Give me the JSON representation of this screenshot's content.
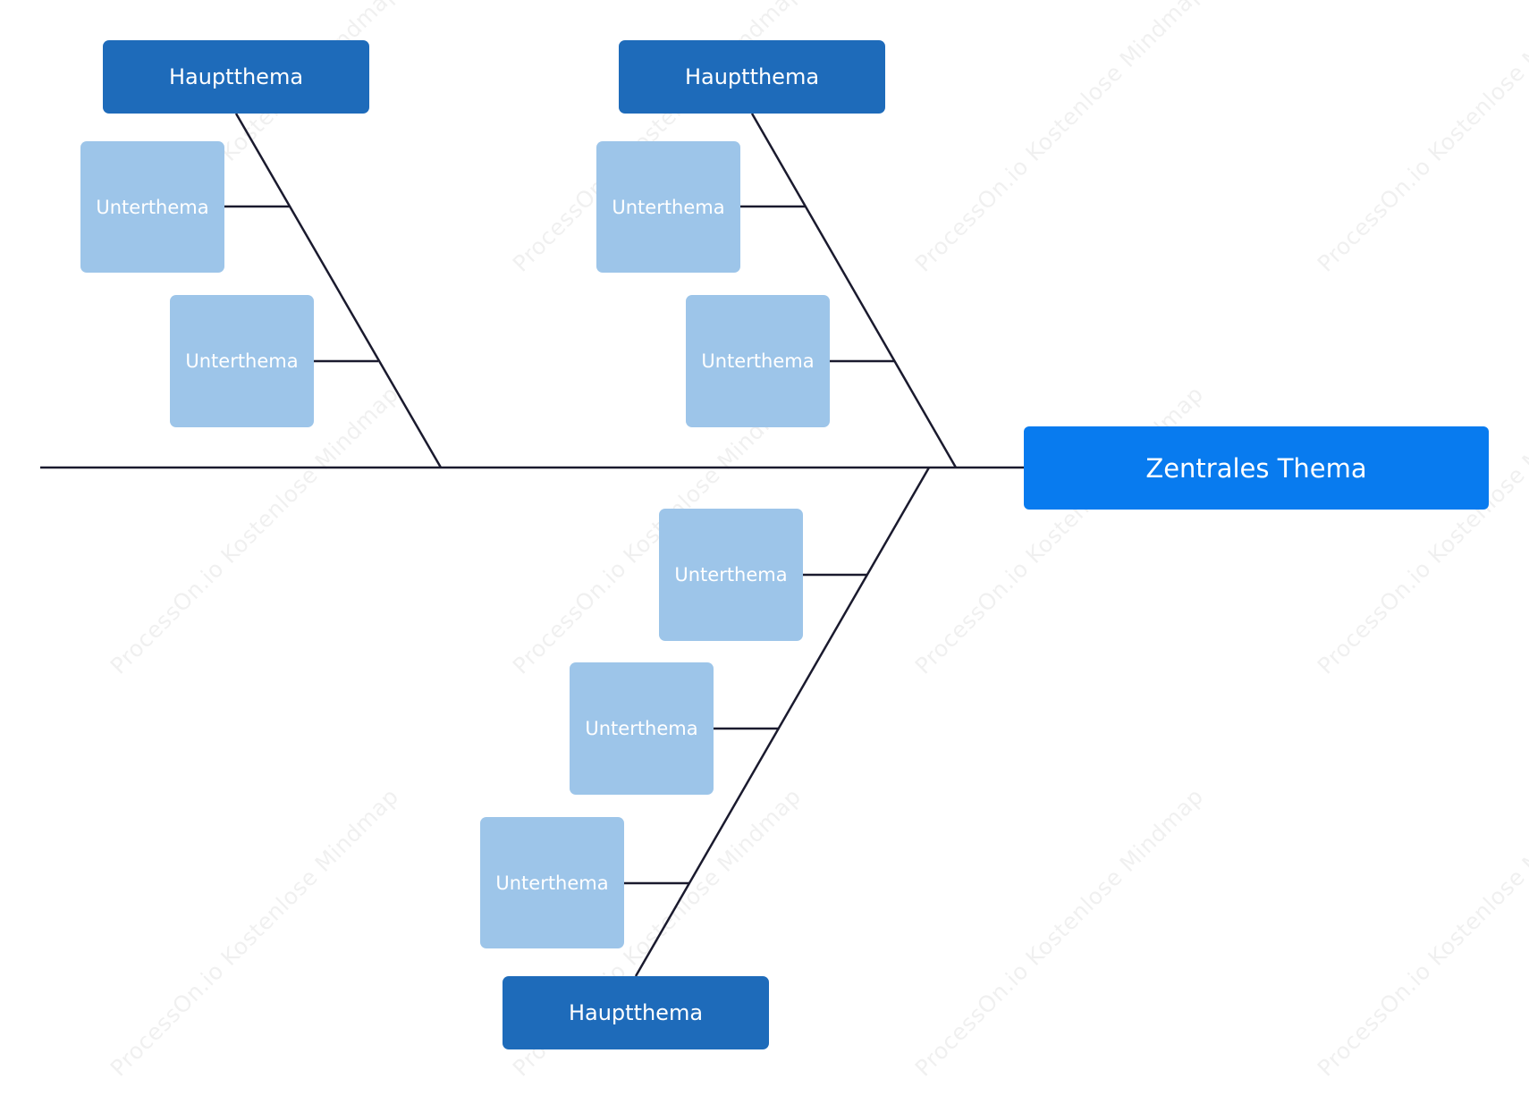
{
  "diagram": {
    "central": {
      "label": "Zentrales Thema"
    },
    "main_topics": [
      {
        "label": "Hauptthema",
        "subtopics": [
          {
            "label": "Unterthema"
          },
          {
            "label": "Unterthema"
          }
        ]
      },
      {
        "label": "Hauptthema",
        "subtopics": [
          {
            "label": "Unterthema"
          },
          {
            "label": "Unterthema"
          }
        ]
      },
      {
        "label": "Hauptthema",
        "subtopics": [
          {
            "label": "Unterthema"
          },
          {
            "label": "Unterthema"
          },
          {
            "label": "Unterthema"
          }
        ]
      }
    ]
  },
  "watermark": {
    "text": "ProcessOn.io Kostenlose Mindmap"
  },
  "colors": {
    "central": "#087bef",
    "main_topic": "#1e6bba",
    "subtopic": "#9dc5e9",
    "line": "#1a1a2e"
  }
}
